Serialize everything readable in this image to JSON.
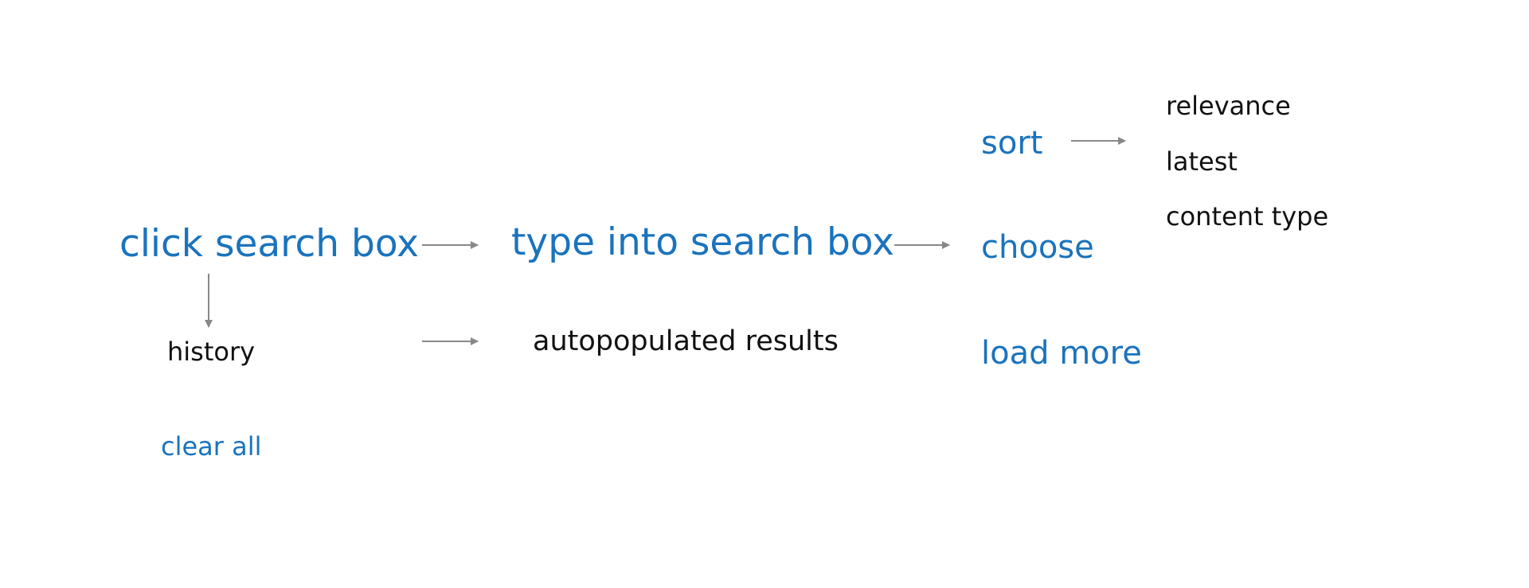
{
  "diagram": {
    "colors": {
      "action": "#1a73bd",
      "outcome": "#111111",
      "arrow": "#888888"
    },
    "nodes": {
      "click_search_box": "click search box",
      "type_into_search_box": "type into search box",
      "history": "history",
      "clear_all": "clear all",
      "autopopulated_results": "autopopulated results",
      "sort": "sort",
      "choose": "choose",
      "load_more": "load more",
      "relevance": "relevance",
      "latest": "latest",
      "content_type": "content type"
    },
    "edges": [
      {
        "from": "click search box",
        "to": "type into search box"
      },
      {
        "from": "click search box",
        "to": "history"
      },
      {
        "from": "history",
        "to": "autopopulated results"
      },
      {
        "from": "type into search box",
        "to": "choose"
      },
      {
        "from": "sort",
        "to": "relevance"
      }
    ]
  }
}
